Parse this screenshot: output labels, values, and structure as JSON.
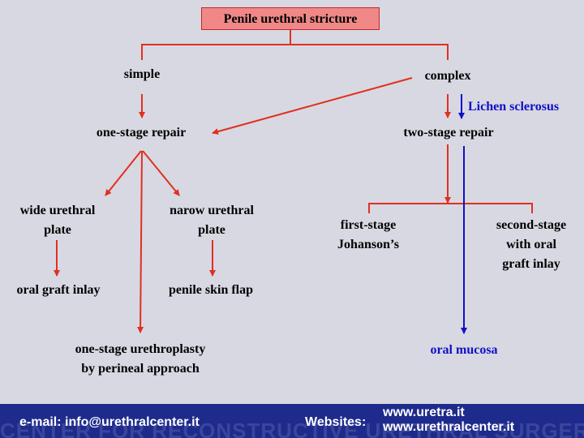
{
  "diagram": {
    "root": "Penile urethral stricture",
    "simple": "simple",
    "complex": "complex",
    "lichen": "Lichen sclerosus",
    "one_stage_repair": "one-stage repair",
    "two_stage_repair": "two-stage repair",
    "wide_plate": [
      "wide urethral",
      "plate"
    ],
    "narrow_plate": [
      "narow urethral",
      "plate"
    ],
    "first_stage": [
      "first-stage",
      "Johanson’s"
    ],
    "second_stage": [
      "second-stage",
      "with oral",
      "graft inlay"
    ],
    "oral_graft_inlay": "oral graft inlay",
    "penile_skin_flap": "penile skin flap",
    "perineal": [
      "one-stage urethroplasty",
      "by perineal approach"
    ],
    "oral_mucosa": "oral mucosa"
  },
  "colors": {
    "red": "#e03020",
    "blue": "#1010c8",
    "root_fill": "#f08888",
    "footer": "#1e2b8c"
  },
  "footer": {
    "watermark": "CENTER FOR RECONSTRUCTIVE URETHRAL SURGERY",
    "email": "e-mail: info@urethralcenter.it",
    "websites_label": "Websites:",
    "site1": "www.uretra.it",
    "site2": "www.urethralcenter.it"
  }
}
